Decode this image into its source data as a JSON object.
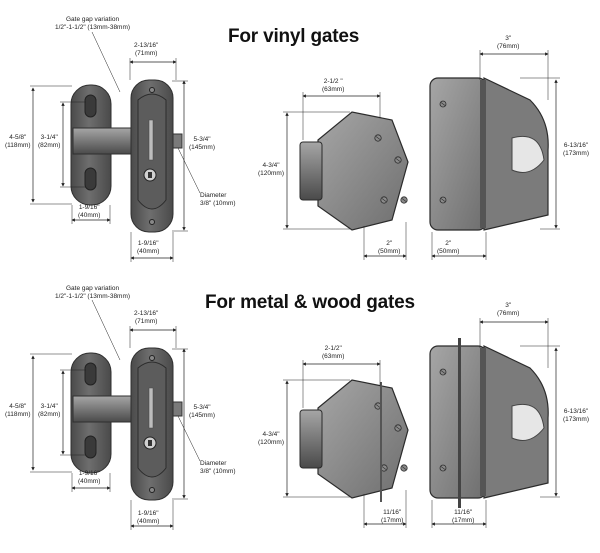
{
  "sections": [
    {
      "title": "For vinyl gates",
      "dims": {
        "gap_label": "Gate gap variation",
        "gap_value": "1/2\"-1-1/2\" (13mm-38mm)",
        "width_top": "2-13/16\"",
        "width_top_mm": "(71mm)",
        "height_outer": "4-5/8\"",
        "height_outer_mm": "(118mm)",
        "height_inner": "3-1/4\"",
        "height_inner_mm": "(82mm)",
        "height_body": "5-3/4\"",
        "height_body_mm": "(145mm)",
        "diameter_label": "Diameter",
        "diameter_value": "3/8\" (10mm)",
        "width_small": "1-9/16\"",
        "width_small_mm": "(40mm)",
        "width_bottom": "1-9/16\"",
        "width_bottom_mm": "(40mm)",
        "receiver_width": "2-1/2 \"",
        "receiver_width_mm": "(63mm)",
        "receiver_height": "4-3/4\"",
        "receiver_height_mm": "(120mm)",
        "receiver_depth": "2\"",
        "receiver_depth_mm": "(50mm)",
        "latch_width": "3\"",
        "latch_width_mm": "(76mm)",
        "latch_height": "6-13/16\"",
        "latch_height_mm": "(173mm)",
        "latch_depth": "2\"",
        "latch_depth_mm": "(50mm)"
      }
    },
    {
      "title": "For metal & wood gates",
      "dims": {
        "gap_label": "Gate gap variation",
        "gap_value": "1/2\"-1-1/2\" (13mm-38mm)",
        "width_top": "2-13/16\"",
        "width_top_mm": "(71mm)",
        "height_outer": "4-5/8\"",
        "height_outer_mm": "(118mm)",
        "height_inner": "3-1/4\"",
        "height_inner_mm": "(82mm)",
        "height_body": "5-3/4\"",
        "height_body_mm": "(145mm)",
        "diameter_label": "Diameter",
        "diameter_value": "3/8\" (10mm)",
        "width_small": "1-9/16\"",
        "width_small_mm": "(40mm)",
        "width_bottom": "1-9/16\"",
        "width_bottom_mm": "(40mm)",
        "receiver_width": "2-1/2\"",
        "receiver_width_mm": "(63mm)",
        "receiver_height": "4-3/4\"",
        "receiver_height_mm": "(120mm)",
        "receiver_depth": "11/16\"",
        "receiver_depth_mm": "(17mm)",
        "latch_width": "3\"",
        "latch_width_mm": "(76mm)",
        "latch_height": "6-13/16\"",
        "latch_height_mm": "(173mm)",
        "latch_depth": "11/16\"",
        "latch_depth_mm": "(17mm)"
      }
    }
  ],
  "colors": {
    "metal_dark": "#4a4a4a",
    "metal_mid": "#6e6e6e",
    "metal_light": "#a6a6a6",
    "line": "#222222"
  }
}
